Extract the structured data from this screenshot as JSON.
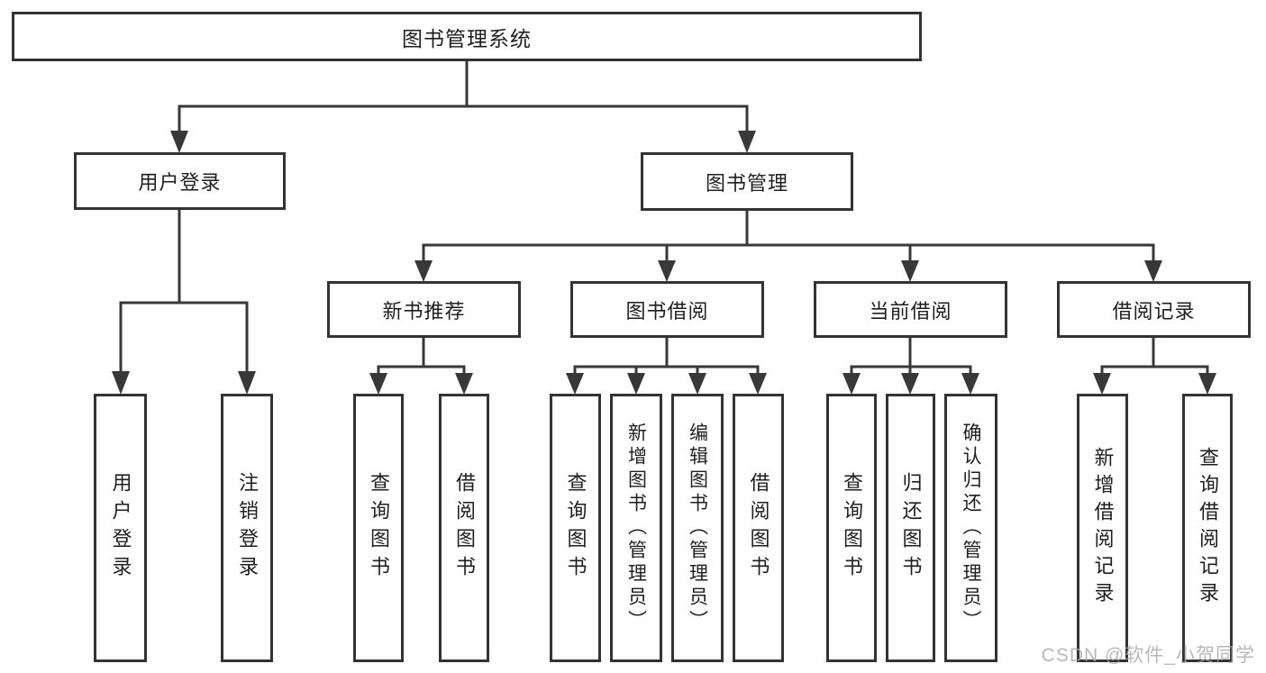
{
  "diagram": {
    "tree": {
      "label": "图书管理系统",
      "children": [
        {
          "label": "用户登录",
          "children": [
            {
              "label": "用户登录"
            },
            {
              "label": "注销登录"
            }
          ]
        },
        {
          "label": "图书管理",
          "children": [
            {
              "label": "新书推荐",
              "children": [
                {
                  "label": "查询图书"
                },
                {
                  "label": "借阅图书"
                }
              ]
            },
            {
              "label": "图书借阅",
              "children": [
                {
                  "label": "查询图书"
                },
                {
                  "label": "新增图书（管理员）"
                },
                {
                  "label": "编辑图书（管理员）"
                },
                {
                  "label": "借阅图书"
                }
              ]
            },
            {
              "label": "当前借阅",
              "children": [
                {
                  "label": "查询图书"
                },
                {
                  "label": "归还图书"
                },
                {
                  "label": "确认归还（管理员）"
                }
              ]
            },
            {
              "label": "借阅记录",
              "children": [
                {
                  "label": "新增借阅记录"
                },
                {
                  "label": "查询借阅记录"
                }
              ]
            }
          ]
        }
      ]
    },
    "colors": {
      "line": "#383838",
      "border": "#333333",
      "text": "#1f1f1f",
      "watermark": "#a6a6a6",
      "background": "#ffffff"
    }
  },
  "watermark": {
    "text": "CSDN @软件_小贺同学"
  }
}
